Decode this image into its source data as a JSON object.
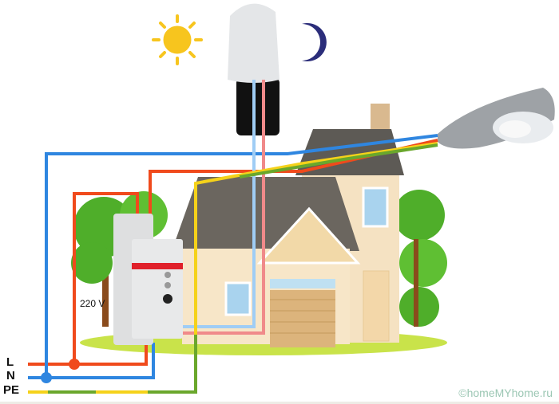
{
  "labels": {
    "line": "L",
    "neutral": "N",
    "earth": "PE",
    "voltage": "220 V"
  },
  "watermark": "©homeMYhome.ru",
  "colors": {
    "line": "#f04a1c",
    "neutral": "#2f86e0",
    "earth_yellow": "#f5d21a",
    "earth_green": "#6aa72c",
    "sensor_blue": "#9fcdf5",
    "sensor_pink": "#f08a8a"
  }
}
